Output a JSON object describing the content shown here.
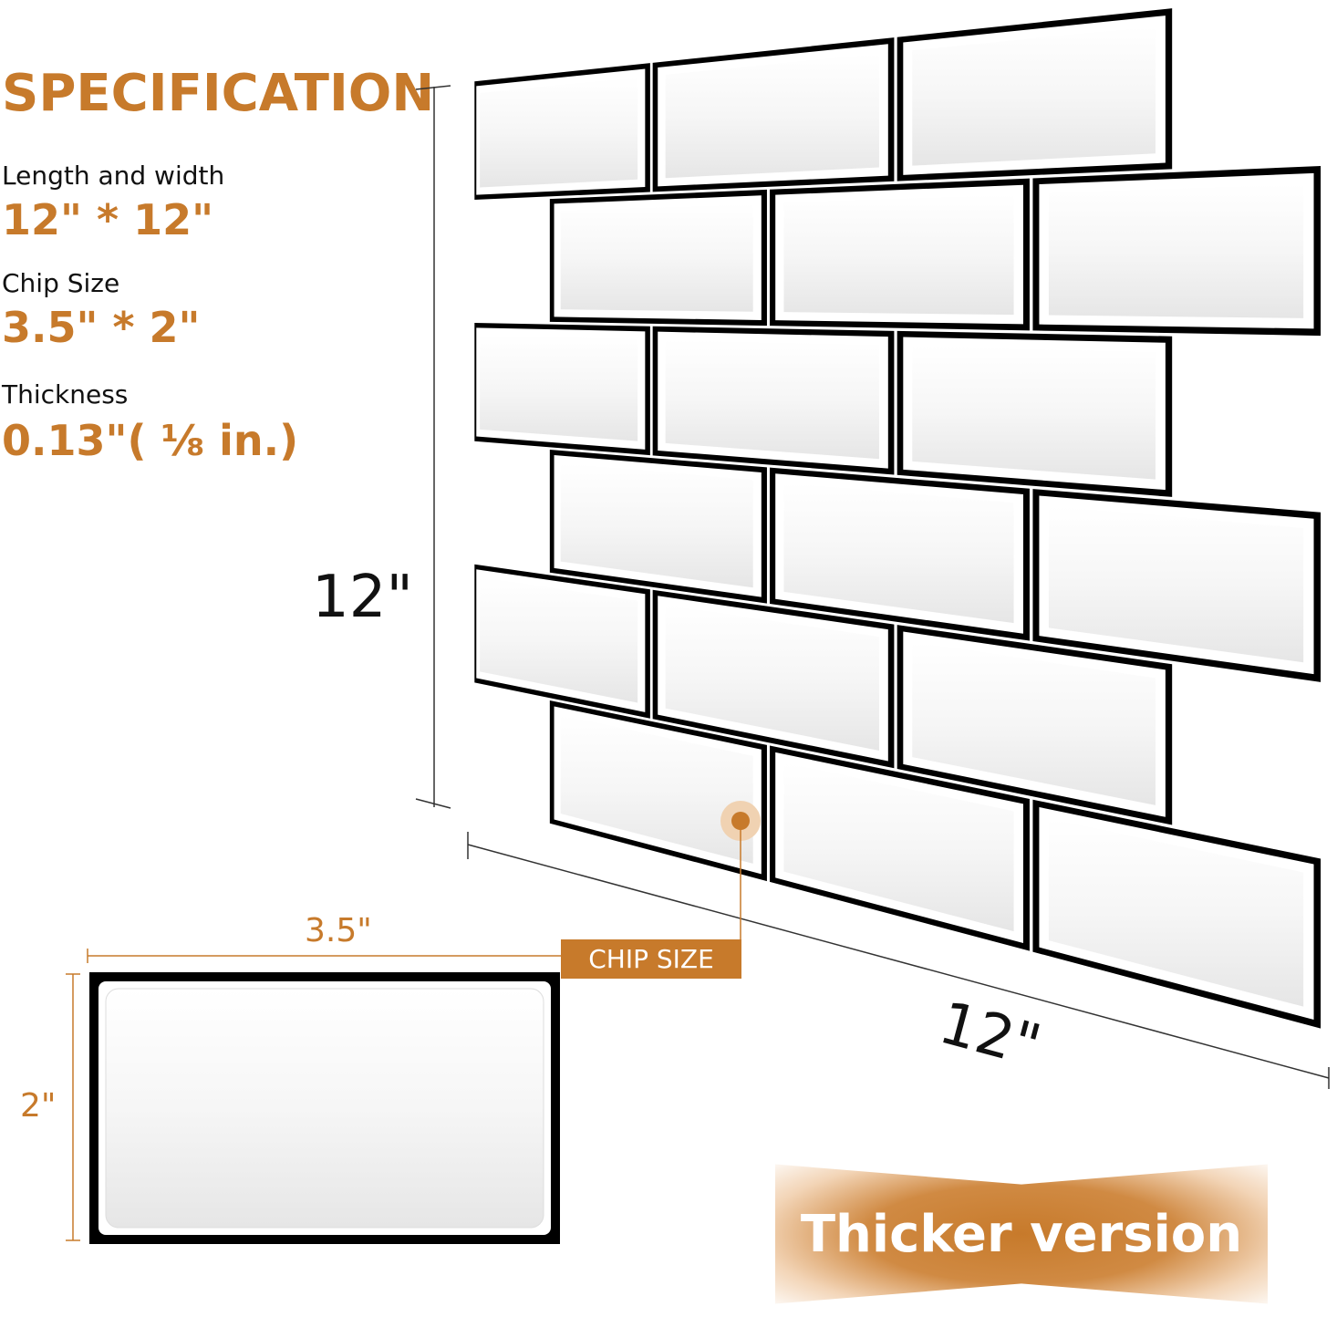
{
  "spec": {
    "title": "SPECIFICATION",
    "items": [
      {
        "label": "Length and width",
        "value": "12\" * 12\""
      },
      {
        "label": "Chip Size",
        "value": "3.5\" * 2\""
      },
      {
        "label": "Thickness",
        "value": "0.13\"( ⅛ in.)"
      }
    ]
  },
  "dimensions": {
    "height": "12\"",
    "width": "12\"",
    "chip_width": "3.5\"",
    "chip_height": "2\""
  },
  "chip_label": "CHIP SIZE",
  "banner": "Thicker version",
  "colors": {
    "accent": "#c77a2b",
    "grout": "#000000",
    "tile": "#ffffff"
  }
}
